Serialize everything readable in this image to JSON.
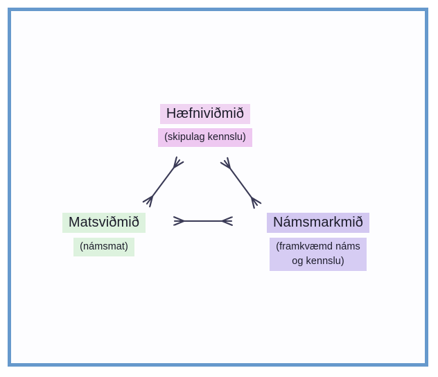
{
  "diagram": {
    "title_text": "",
    "frame": {
      "border_color": "#6699cc",
      "background": "#ffffff"
    },
    "arrow_color": "#3a3a56",
    "nodes": [
      {
        "id": "haefnividmid",
        "title": "Hæfniviðmið",
        "subtitle": "(skipulag kennslu)",
        "title_highlight": "#f0d4f2",
        "subtitle_highlight": "#eec8f1"
      },
      {
        "id": "matsvidmid",
        "title": "Matsviðmið",
        "subtitle": "(námsmat)",
        "title_highlight": "#ddf2de",
        "subtitle_highlight": "#ddf2de"
      },
      {
        "id": "namsmarkmid",
        "title": "Námsmarkmið",
        "subtitle": "(framkvæmd náms\nog kennslu)",
        "title_highlight": "#d3c8f1",
        "subtitle_highlight": "#d6ccf3"
      }
    ],
    "connections": [
      {
        "id": "haefnividmid-matsvidmid",
        "from": "Hæfniviðmið",
        "to": "Matsviðmið",
        "style": "double-arrow"
      },
      {
        "id": "haefnividmid-namsmarkmid",
        "from": "Hæfniviðmið",
        "to": "Námsmarkmið",
        "style": "double-arrow"
      },
      {
        "id": "matsvidmid-namsmarkmid",
        "from": "Matsviðmið",
        "to": "Námsmarkmið",
        "style": "double-arrow"
      }
    ]
  }
}
